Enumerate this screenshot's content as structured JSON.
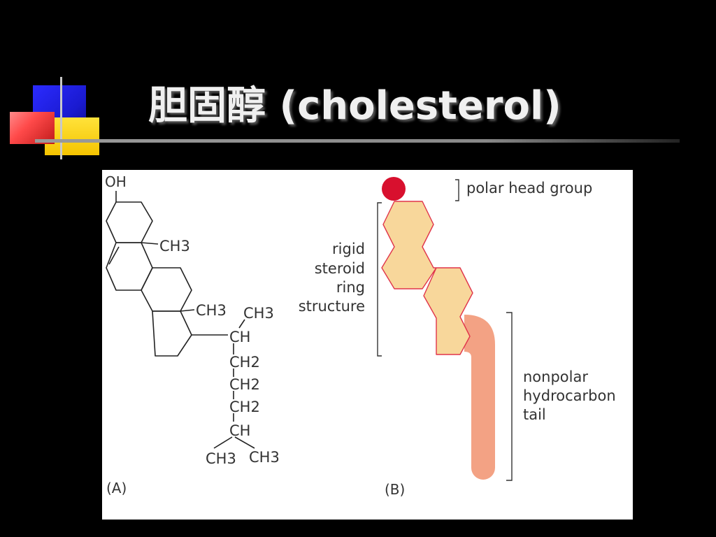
{
  "slide": {
    "title": "胆固醇 (cholesterol)"
  },
  "panel_a": {
    "label": "(A)",
    "atoms": {
      "oh": "OH",
      "ch3_ring_a": "CH3",
      "ch3_ring_c": "CH3",
      "ch3_branch": "CH3",
      "ch_1": "CH",
      "ch2_1": "CH2",
      "ch2_2": "CH2",
      "ch2_3": "CH2",
      "ch_2": "CH",
      "ch3_end_left": "CH3",
      "ch3_end_right": "CH3"
    }
  },
  "panel_b": {
    "label": "(B)",
    "head_label": "polar head group",
    "ring_label_lines": [
      "rigid",
      "steroid",
      "ring",
      "structure"
    ],
    "tail_label_lines": [
      "nonpolar",
      "hydrocarbon",
      "tail"
    ],
    "colors": {
      "head": "#d8102e",
      "rings_fill": "#f8d79b",
      "rings_stroke": "#e0344a",
      "tail": "#f3a284"
    }
  }
}
